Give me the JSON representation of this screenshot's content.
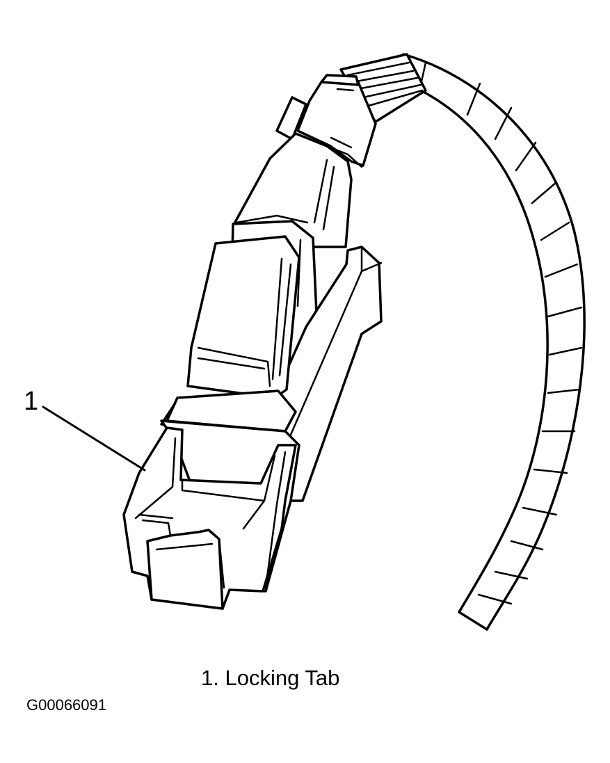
{
  "figure": {
    "callout_number": "1",
    "caption": "1. Locking Tab",
    "figure_id": "G00066091"
  }
}
